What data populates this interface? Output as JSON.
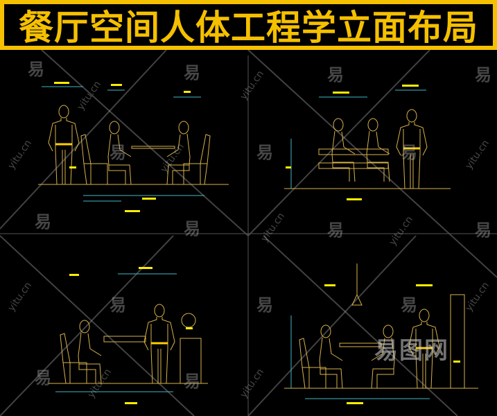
{
  "title": "餐厅空间人体工程学立面布局",
  "colors": {
    "accent": "#f5c000",
    "line": "#d9b24a",
    "dimension": "#3fb8c8",
    "label": "#ffee00",
    "background": "#000000"
  },
  "watermark": {
    "glyph": "易",
    "url": "yitu.cn",
    "logo": "易图网"
  },
  "panels": [
    {
      "id": "dining-table-seated-elevation"
    },
    {
      "id": "dining-booth-elevation"
    },
    {
      "id": "dining-serving-elevation"
    },
    {
      "id": "dining-pendant-lamp-elevation"
    }
  ]
}
